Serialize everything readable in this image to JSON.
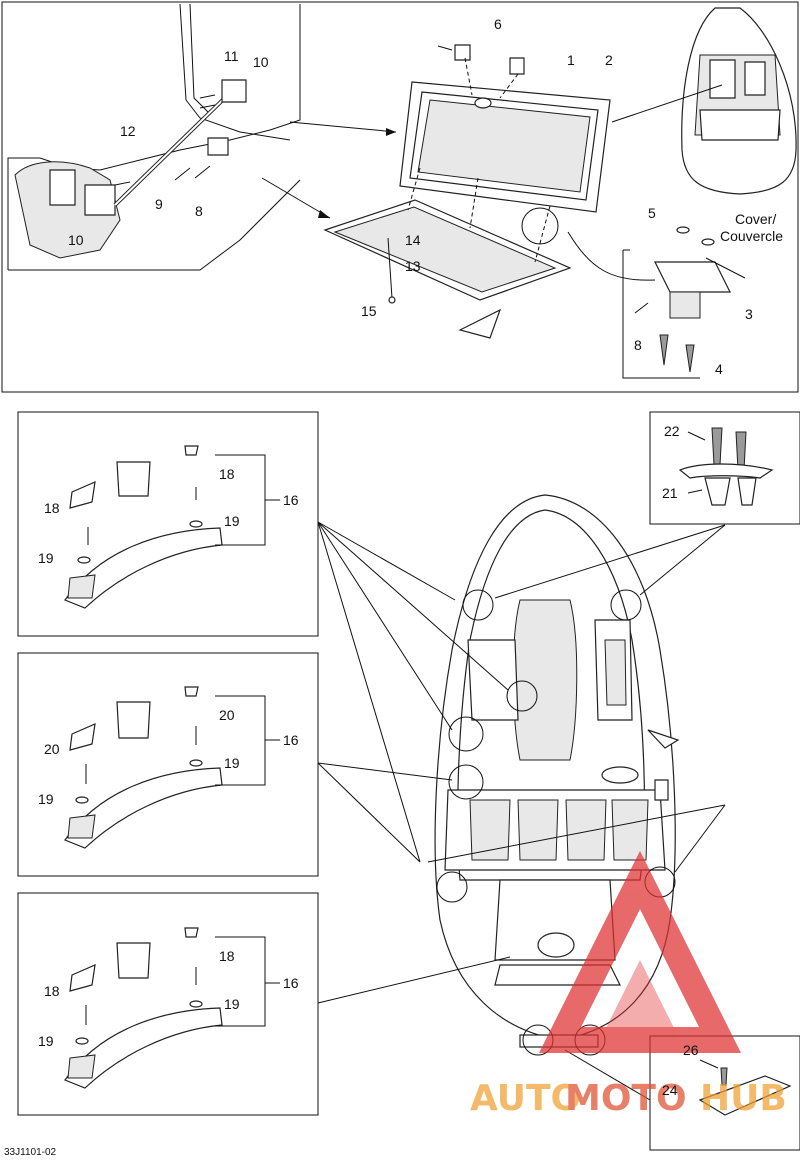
{
  "diagram_code": "33J1101-02",
  "cover_label_line1": "Cover/",
  "cover_label_line2": "Couvercle",
  "watermark": {
    "text_a": "AUTO",
    "text_b": "MOTO",
    "text_c": "HUB",
    "color_orange": "#f0a030",
    "color_red": "#e03030"
  },
  "callouts": {
    "c1": "1",
    "c2": "2",
    "c3": "3",
    "c4": "4",
    "c5": "5",
    "c6": "6",
    "c8a": "8",
    "c8b": "8",
    "c9": "9",
    "c10a": "10",
    "c10b": "10",
    "c11": "11",
    "c12": "12",
    "c13": "13",
    "c14": "14",
    "c15": "15",
    "c16a": "16",
    "c16b": "16",
    "c16c": "16",
    "c18a": "18",
    "c18b": "18",
    "c18c": "18",
    "c18d": "18",
    "c19a": "19",
    "c19b": "19",
    "c19c": "19",
    "c19d": "19",
    "c19e": "19",
    "c19f": "19",
    "c20a": "20",
    "c20b": "20",
    "c21": "21",
    "c22": "22",
    "c24": "24",
    "c26": "26"
  }
}
